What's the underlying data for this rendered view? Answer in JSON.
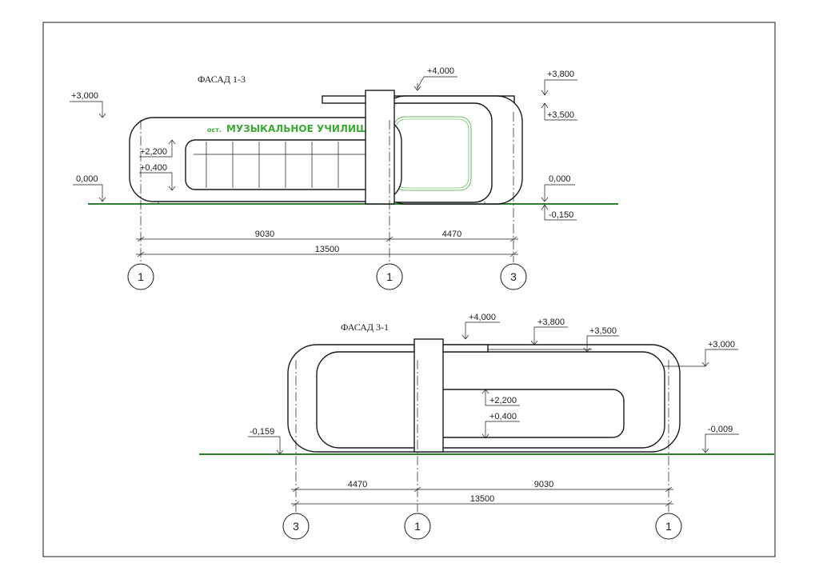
{
  "facade_1": {
    "title": "ФАСАД 1-3",
    "sign_prefix": "ост.",
    "sign_text": "МУЗЫКАЛЬНОЕ УЧИЛИЩЕ",
    "levels": {
      "plus_4000": "+4,000",
      "plus_3800": "+3,800",
      "plus_3500": "+3,500",
      "plus_3000": "+3,000",
      "plus_2200": "+2,200",
      "plus_0400": "+0,400",
      "zero_left": "0,000",
      "zero_right": "0,000",
      "minus_0150": "-0,150"
    },
    "dims": {
      "d1": "9030",
      "d2": "4470",
      "total": "13500"
    },
    "axes": [
      "1",
      "1",
      "3"
    ]
  },
  "facade_2": {
    "title": "ФАСАД 3-1",
    "levels": {
      "plus_4000": "+4,000",
      "plus_3800": "+3,800",
      "plus_3500": "+3,500",
      "plus_3000": "+3,000",
      "plus_2200": "+2,200",
      "plus_0400": "+0,400",
      "minus_0159": "-0,159",
      "minus_0009": "-0,009"
    },
    "dims": {
      "d1": "4470",
      "d2": "9030",
      "total": "13500"
    },
    "axes": [
      "3",
      "1",
      "1"
    ]
  },
  "colors": {
    "ground": "#2e7d32",
    "sign": "#3aaa35",
    "line": "#1a1a1a"
  }
}
